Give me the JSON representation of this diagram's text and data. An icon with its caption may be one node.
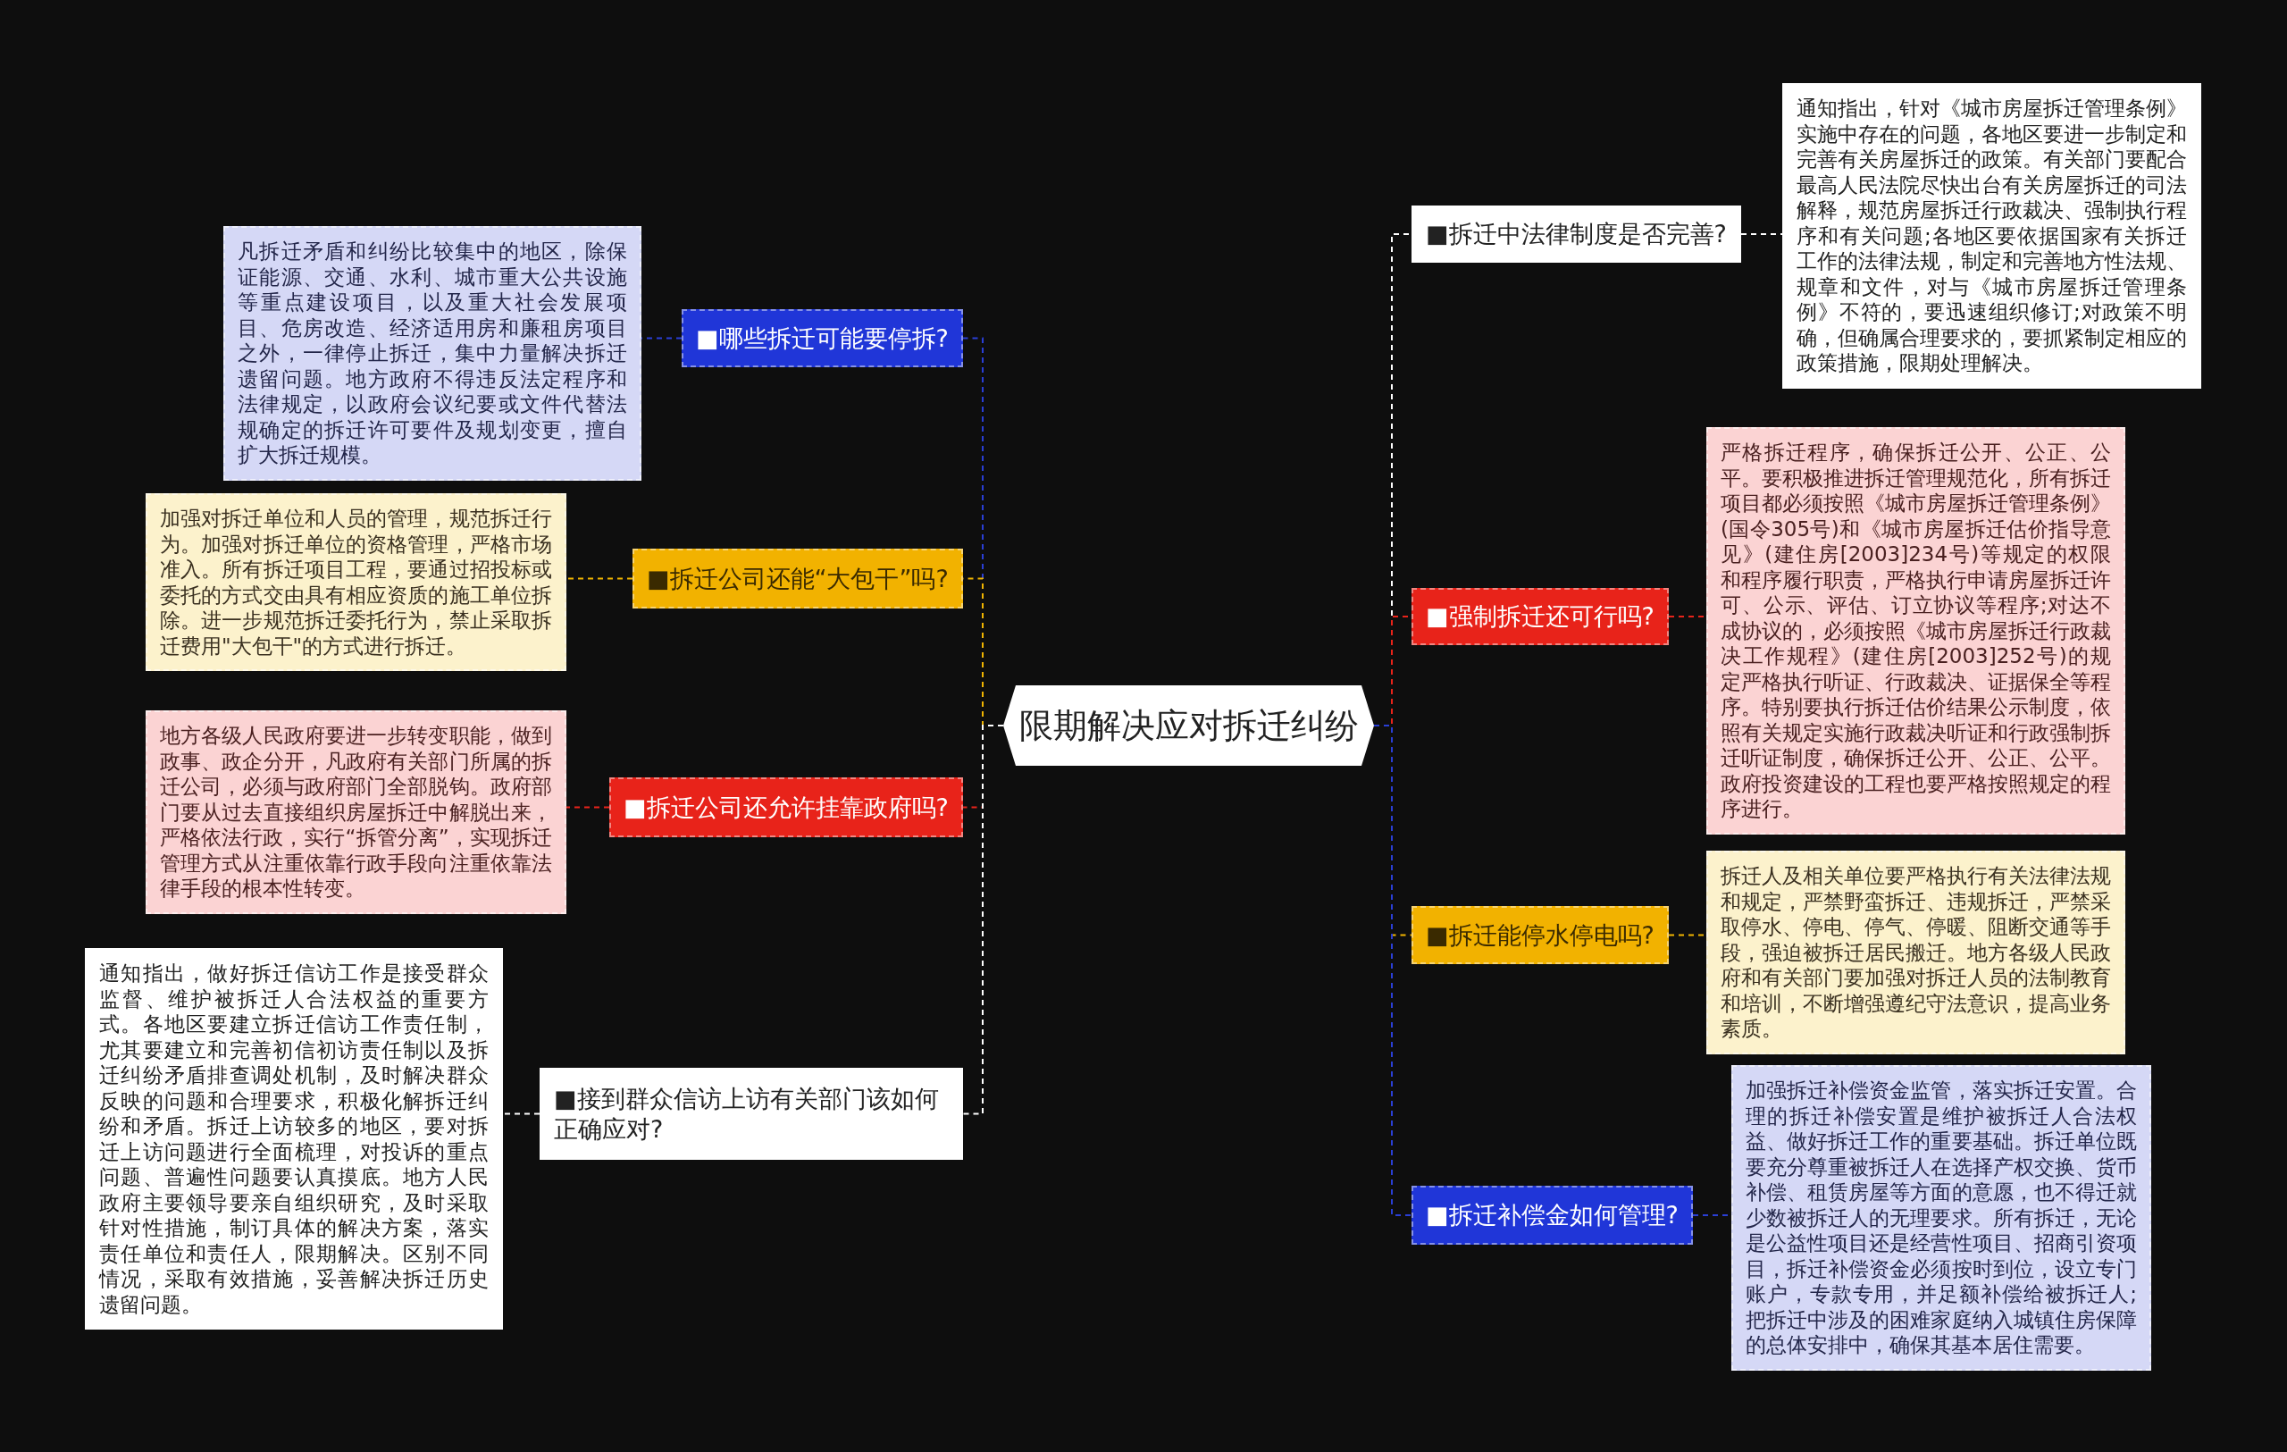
{
  "diagram": {
    "nodes": [
      {
        "text": [
          "限期解决应对拆迁纠纷"
        ]
      },
      {
        "text": [
          "■哪些拆迁可能要停拆?"
        ]
      },
      {
        "text": [
          "凡拆迁矛盾和纠纷比较集中的地区，除保证能源、交通、水利、城市重大公共设施等重点建设项目，以及重大社会发展项目、危房改造、经济适用房和廉租房项目之外，一律停止拆迁，集中力量解决拆迁遗留问题。地方政府不得违反法定程序和法律规定，以政府会议纪要或文件代替法规确定的拆迁许可要件及规划变更，擅自扩大拆迁规模。"
        ]
      },
      {
        "text": [
          "■拆迁公司还能“大包干”吗?"
        ]
      },
      {
        "text": [
          "加强对拆迁单位和人员的管理，规范拆迁行为。加强对拆迁单位的资格管理，严格市场准入。所有拆迁项目工程，要通过招投标或委托的方式交由具有相应资质的施工单位拆除。进一步规范拆迁委托行为，禁止采取拆迁费用\"大包干\"的方式进行拆迁。"
        ]
      },
      {
        "text": [
          "■拆迁公司还允许挂靠政府吗?"
        ]
      },
      {
        "text": [
          "地方各级人民政府要进一步转变职能，做到政事、政企分开，凡政府有关部门所属的拆迁公司，必须与政府部门全部脱钩。政府部门要从过去直接组织房屋拆迁中解脱出来，严格依法行政，实行“拆管分离”，实现拆迁管理方式从注重依靠行政手段向注重依靠法律手段的根本性转变。"
        ]
      },
      {
        "text": [
          "■接到群众信访上访有关部门该如何正确应对?"
        ]
      },
      {
        "text": [
          "通知指出，做好拆迁信访工作是接受群众监督、维护被拆迁人合法权益的重要方式。各地区要建立拆迁信访工作责任制，尤其要建立和完善初信初访责任制以及拆迁纠纷矛盾排查调处机制，及时解决群众反映的问题和合理要求，积极化解拆迁纠纷和矛盾。拆迁上访较多的地区，要对拆迁上访问题进行全面梳理，对投诉的重点问题、普遍性问题要认真摸底。地方人民政府主要领导要亲自组织研究，及时采取针对性措施，制订具体的解决方案，落实责任单位和责任人，限期解决。区别不同情况，采取有效措施，妥善解决拆迁历史遗留问题。"
        ]
      },
      {
        "text": [
          "■拆迁中法律制度是否完善?"
        ]
      },
      {
        "text": [
          "通知指出，针对《城市房屋拆迁管理条例》实施中存在的问题，各地区要进一步制定和完善有关房屋拆迁的政策。有关部门要配合最高人民法院尽快出台有关房屋拆迁的司法解释，规范房屋拆迁行政裁决、强制执行程序和有关问题;各地区要依据国家有关拆迁工作的法律法规，制定和完善地方性法规、规章和文件，对与《城市房屋拆迁管理条例》不符的，要迅速组织修订;对政策不明确，但确属合理要求的，要抓紧制定相应的政策措施，限期处理解决。"
        ]
      },
      {
        "text": [
          "■强制拆迁还可行吗?"
        ]
      },
      {
        "text": [
          "严格拆迁程序，确保拆迁公开、公正、公平。要积极推进拆迁管理规范化，所有拆迁项目都必须按照《城市房屋拆迁管理条例》(国令305号)和《城市房屋拆迁估价指导意见》(建住房[2003]234号)等规定的权限和程序履行职责，严格执行申请房屋拆迁许可、公示、评估、订立协议等程序;对达不成协议的，必须按照《城市房屋拆迁行政裁决工作规程》(建住房[2003]252号)的规定严格执行听证、行政裁决、证据保全等程序。特别要执行拆迁估价结果公示制度，依照有关规定实施行政裁决听证和行政强制拆迁听证制度，确保拆迁公开、公正、公平。政府投资建设的工程也要严格按照规定的程序进行。"
        ]
      },
      {
        "text": [
          "■拆迁能停水停电吗?"
        ]
      },
      {
        "text": [
          "拆迁人及相关单位要严格执行有关法律法规和规定，严禁野蛮拆迁、违规拆迁，严禁采取停水、停电、停气、停暖、阻断交通等手段，强迫被拆迁居民搬迁。地方各级人民政府和有关部门要加强对拆迁人员的法制教育和培训，不断增强遵纪守法意识，提高业务素质。"
        ]
      },
      {
        "text": [
          "■拆迁补偿金如何管理?"
        ]
      },
      {
        "text": [
          "加强拆迁补偿资金监管，落实拆迁安置。合理的拆迁补偿安置是维护被拆迁人合法权益、做好拆迁工作的重要基础。拆迁单位既要充分尊重被拆迁人在选择产权交换、货币补偿、租赁房屋等方面的意愿，也不得迁就少数被拆迁人的无理要求。所有拆迁，无论是公益性项目还是经营性项目、招商引资项目，拆迁补偿资金必须按时到位，设立专门账户，专款专用，并足额补偿给被拆迁人;把拆迁中涉及的困难家庭纳入城镇住房保障的总体安排中，确保其基本居住需要。"
        ]
      }
    ],
    "edges": [
      {
        "from": 0,
        "to": 1,
        "arrow": "none",
        "color": "#2a3fd6"
      },
      {
        "from": 1,
        "to": 2,
        "arrow": "none",
        "color": "#2a3fd6"
      },
      {
        "from": 0,
        "to": 3,
        "arrow": "none",
        "color": "#f0b400"
      },
      {
        "from": 3,
        "to": 4,
        "arrow": "none",
        "color": "#f0b400"
      },
      {
        "from": 0,
        "to": 5,
        "arrow": "none",
        "color": "#e8231a"
      },
      {
        "from": 5,
        "to": 6,
        "arrow": "none",
        "color": "#e8231a"
      },
      {
        "from": 0,
        "to": 7,
        "arrow": "none",
        "color": "#ffffff"
      },
      {
        "from": 7,
        "to": 8,
        "arrow": "none",
        "color": "#ffffff"
      },
      {
        "from": 0,
        "to": 9,
        "arrow": "none",
        "color": "#ffffff"
      },
      {
        "from": 9,
        "to": 10,
        "arrow": "none",
        "color": "#ffffff"
      },
      {
        "from": 0,
        "to": 11,
        "arrow": "none",
        "color": "#e8231a"
      },
      {
        "from": 11,
        "to": 12,
        "arrow": "none",
        "color": "#e8231a"
      },
      {
        "from": 0,
        "to": 13,
        "arrow": "none",
        "color": "#f0b400"
      },
      {
        "from": 13,
        "to": 14,
        "arrow": "none",
        "color": "#f0b400"
      },
      {
        "from": 0,
        "to": 15,
        "arrow": "none",
        "color": "#2a3fd6"
      },
      {
        "from": 15,
        "to": 16,
        "arrow": "none",
        "color": "#2a3fd6"
      }
    ]
  }
}
